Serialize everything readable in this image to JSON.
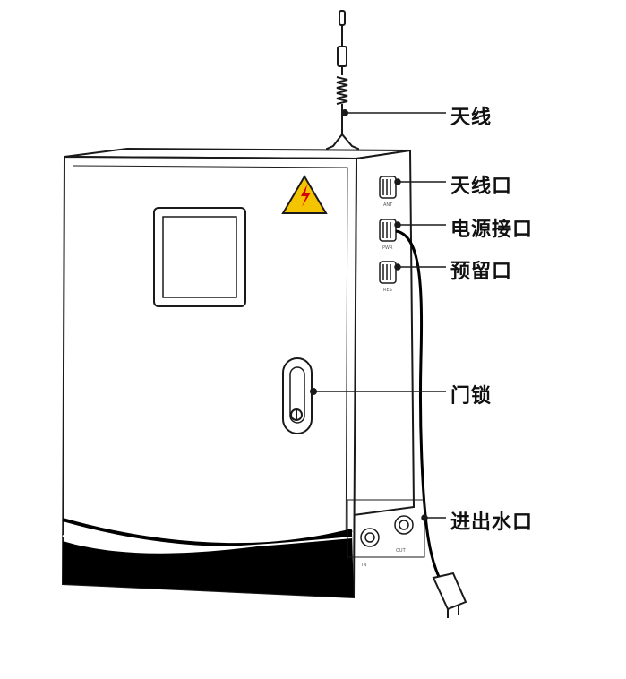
{
  "labels": {
    "antenna": "天线",
    "antenna_port": "天线口",
    "power_port": "电源接口",
    "reserved_port": "预留口",
    "door_lock": "门锁",
    "water_ports": "进出水口"
  },
  "colors": {
    "line": "#1a1a1a",
    "cabinet_fill": "#ffffff",
    "warning_yellow": "#f5c400",
    "base_black": "#000000"
  }
}
